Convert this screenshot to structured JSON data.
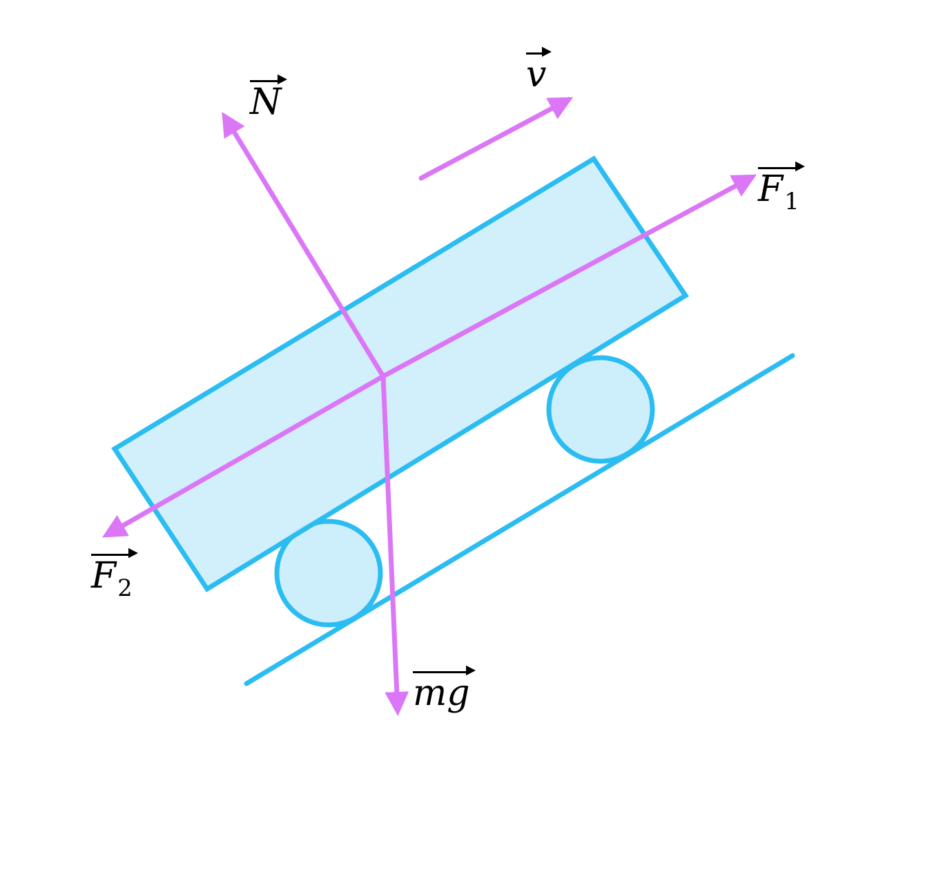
{
  "colors": {
    "body_stroke": "#2bbcf2",
    "body_fill": "#cdeefb",
    "vector_color": "#db77f6",
    "label_color": "#000000"
  },
  "labels": {
    "normal": "N",
    "velocity": "v",
    "force_forward": "F",
    "force_forward_sub": "1",
    "force_backward": "F",
    "force_backward_sub": "2",
    "weight": "mg"
  }
}
